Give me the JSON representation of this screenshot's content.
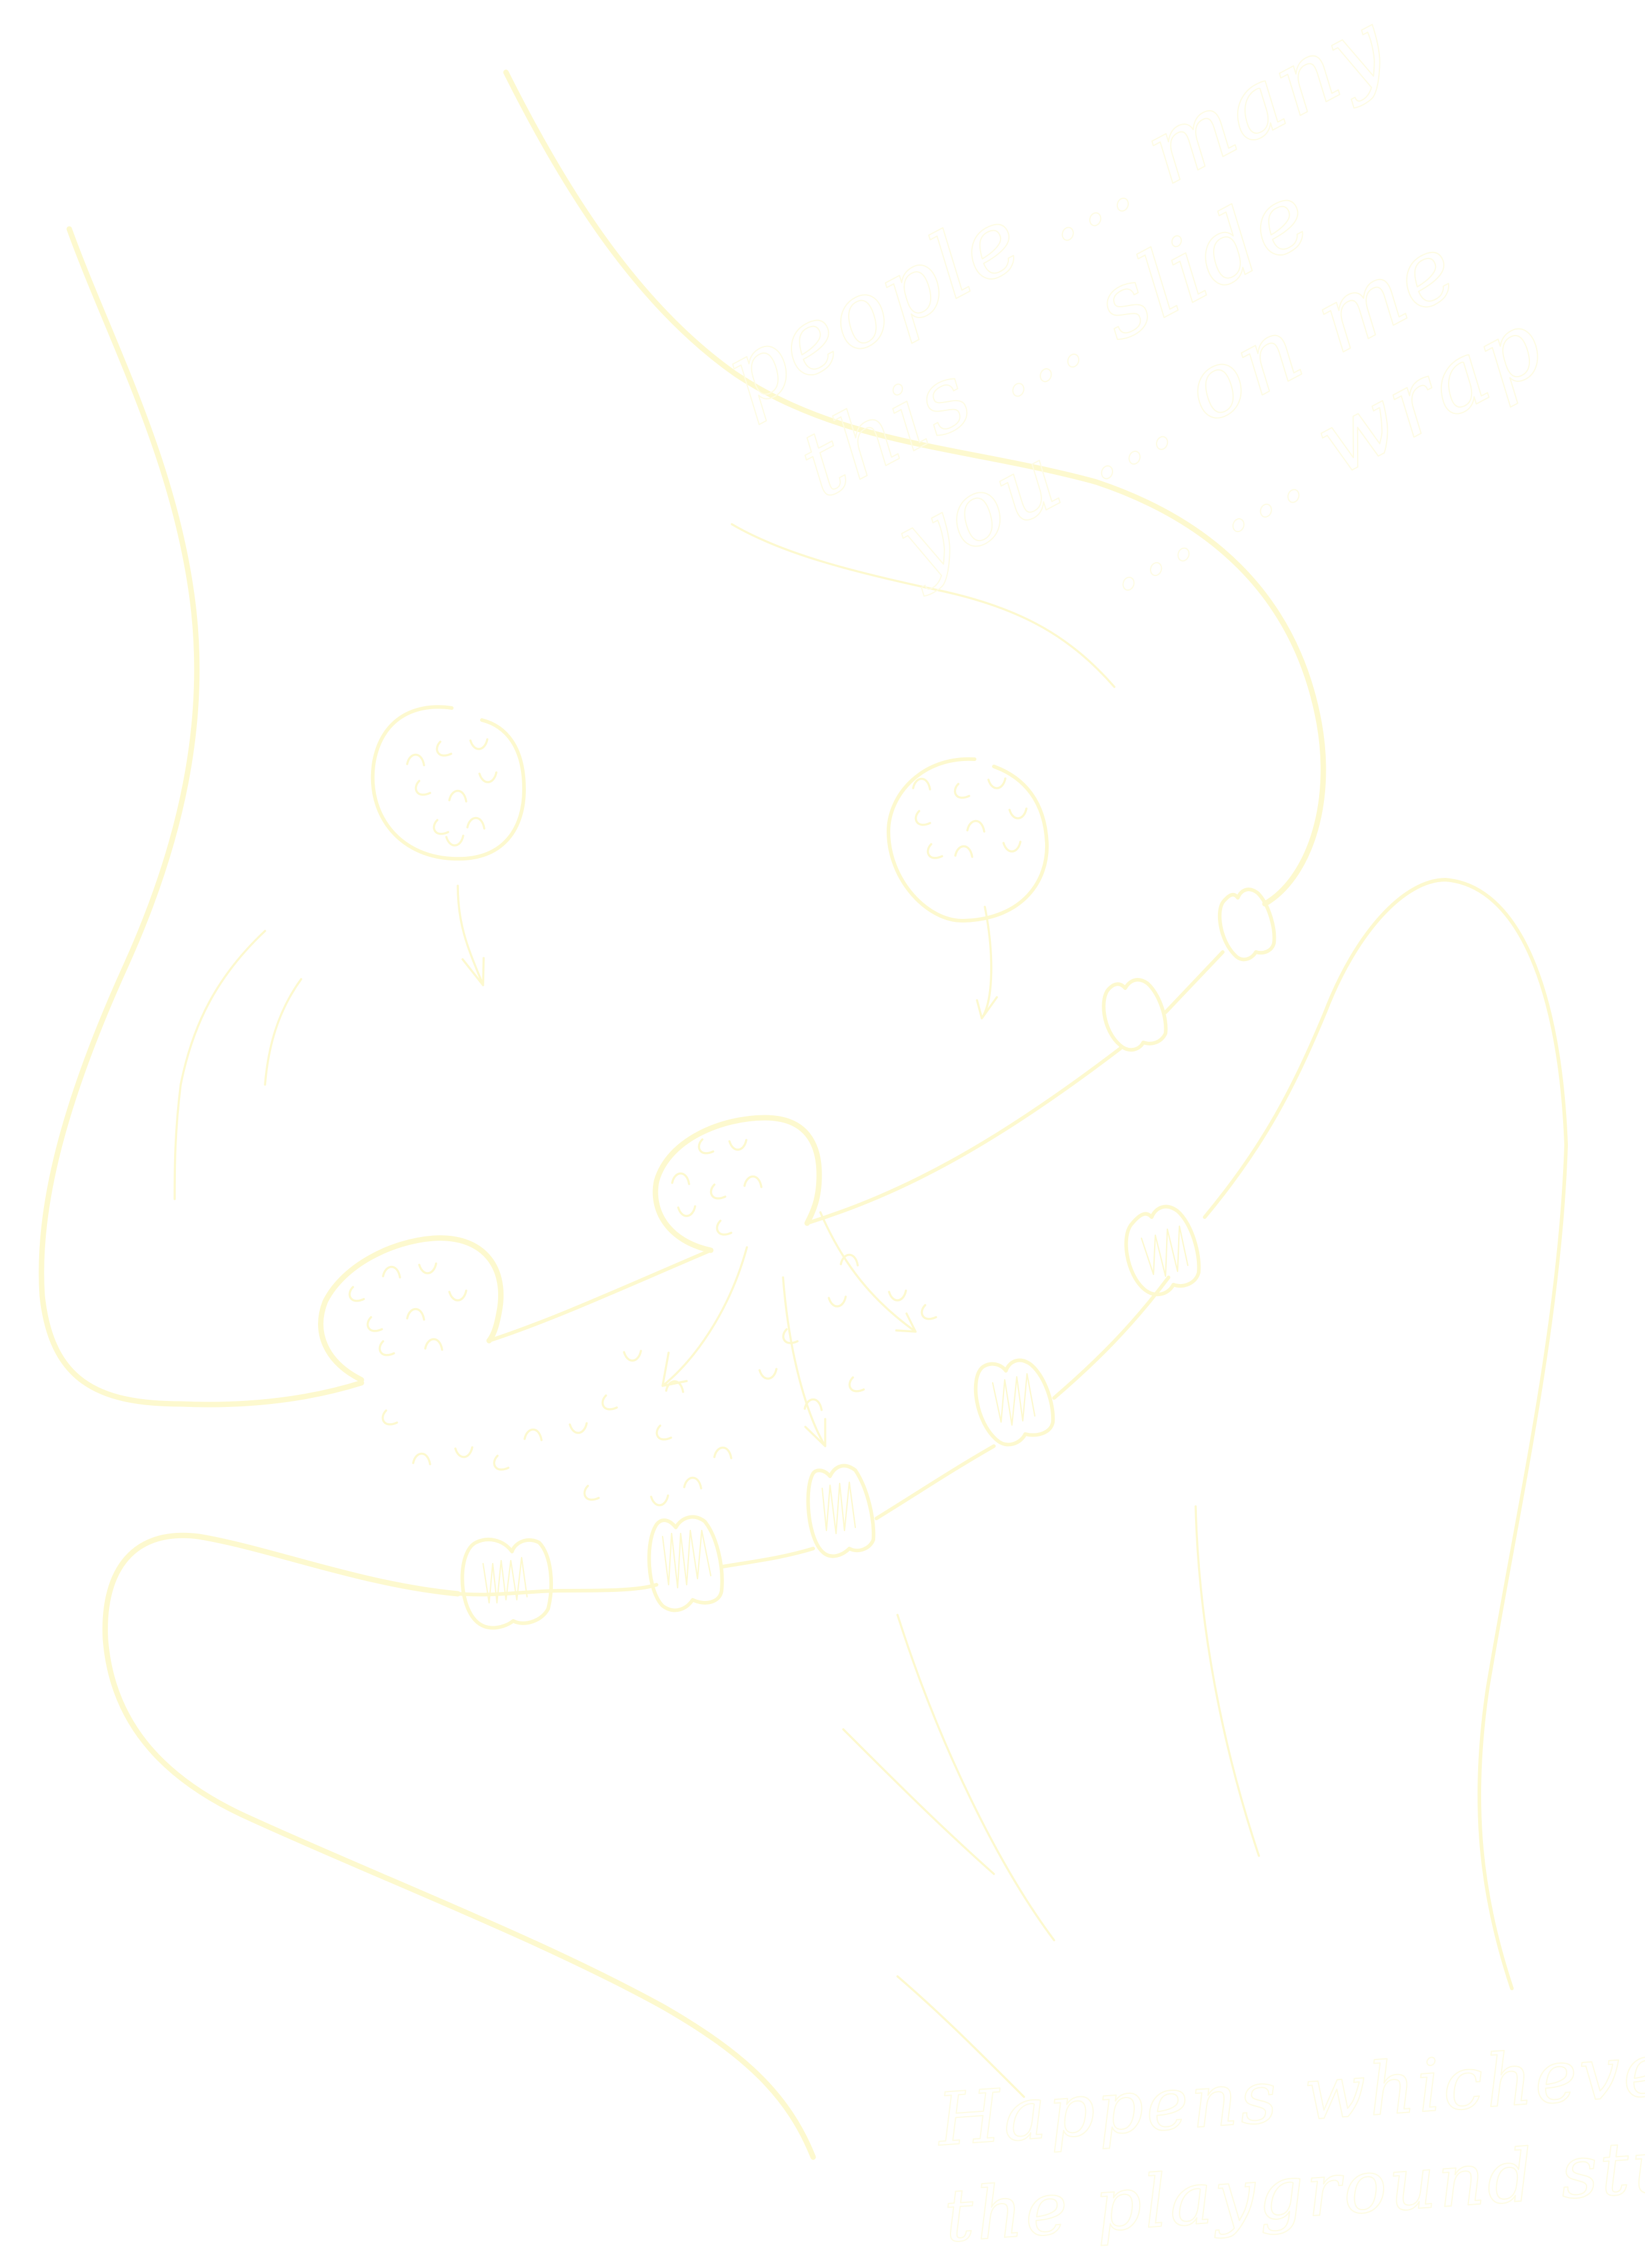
{
  "illustration": {
    "title": "Hand-drawn sketch (pale yellow line art)",
    "background_color": "#FFFFFF",
    "stroke_color": "#FDF9CF",
    "faint_stroke_color": "#FEFCE4",
    "elements": {
      "outer_contours": 4,
      "vesicles_with_arrows": 2,
      "particle_blobs": 2,
      "membrane_proteins": 7,
      "spreading_arrows": 3
    }
  },
  "handwriting": {
    "top_right": [
      "people ... many",
      "this ... slide",
      "you ... on me",
      "... ... wrap"
    ],
    "bottom_right": [
      "Happens whichever it",
      "the playground stuff"
    ]
  }
}
